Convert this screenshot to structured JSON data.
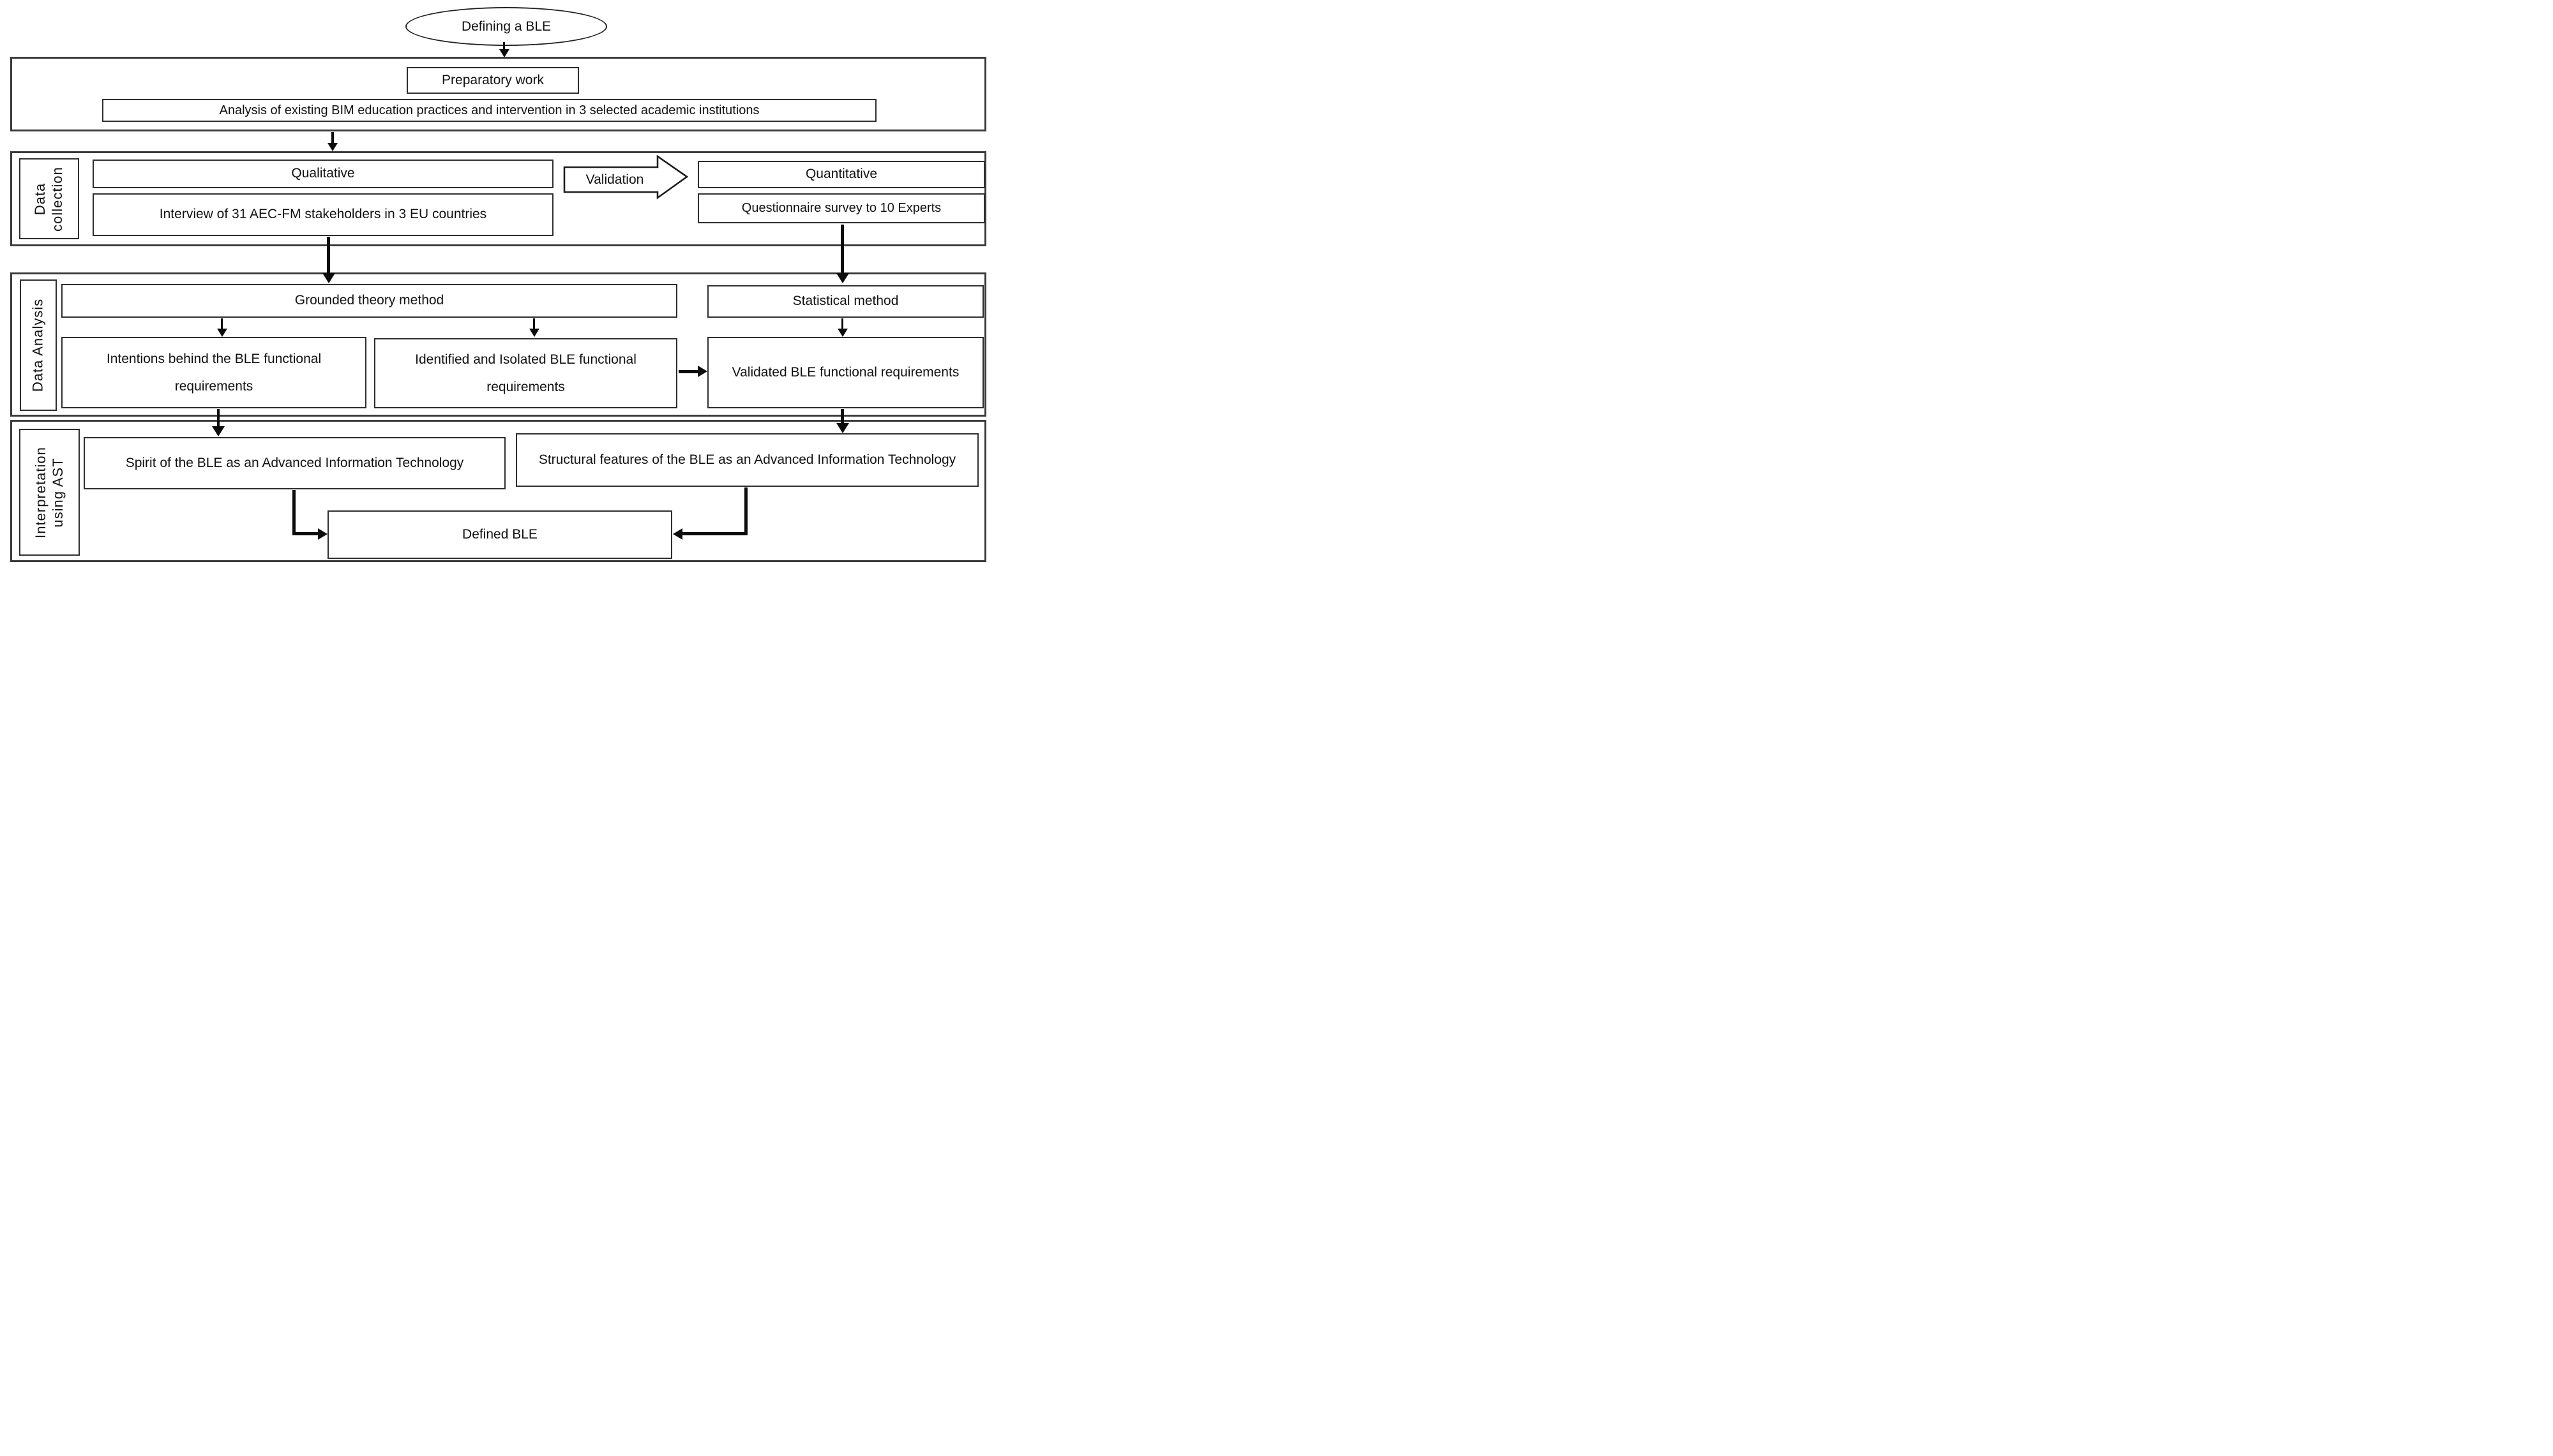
{
  "diagram": {
    "start": "Defining a BLE",
    "preparatory": {
      "title": "Preparatory work",
      "analysis": "Analysis of existing BIM education practices and intervention in 3 selected academic institutions"
    },
    "data_collection": {
      "label": "Data collection",
      "qualitative": "Qualitative",
      "interview": "Interview of 31 AEC-FM stakeholders in 3 EU countries",
      "validation": "Validation",
      "quantitative": "Quantitative",
      "questionnaire": "Questionnaire survey to 10 Experts"
    },
    "data_analysis": {
      "label": "Data Analysis",
      "grounded": "Grounded theory method",
      "statistical": "Statistical method",
      "intentions": "Intentions behind the BLE functional requirements",
      "identified": "Identified and Isolated BLE functional requirements",
      "validated": "Validated BLE functional requirements"
    },
    "interpretation": {
      "label": "Interpretation using AST",
      "spirit": "Spirit of the BLE as an Advanced Information Technology",
      "structural": "Structural features of the BLE as an Advanced Information Technology",
      "defined": "Defined BLE"
    },
    "colors": {
      "stroke": "#2e2e2e",
      "background": "#ffffff"
    }
  }
}
